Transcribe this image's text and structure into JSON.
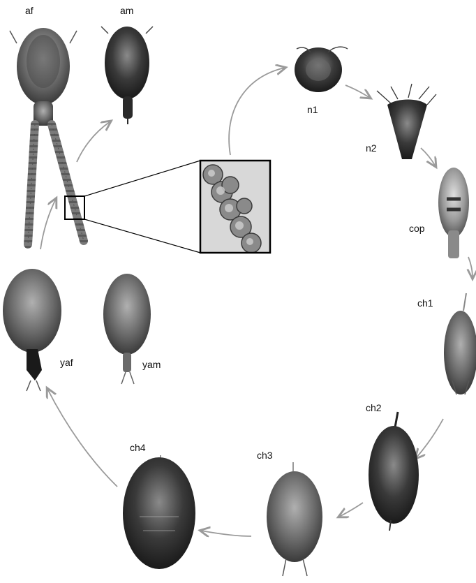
{
  "labels": {
    "af": "af",
    "am": "am",
    "n1": "n1",
    "n2": "n2",
    "cop": "cop",
    "ch1": "ch1",
    "ch2": "ch2",
    "ch3": "ch3",
    "ch4": "ch4",
    "yaf": "yaf",
    "yam": "yam"
  },
  "colors": {
    "arrow": "#9a9a9a",
    "body_dark": "#2a2a2a",
    "body_mid": "#6b6b6b",
    "body_light": "#b8b8b8"
  }
}
